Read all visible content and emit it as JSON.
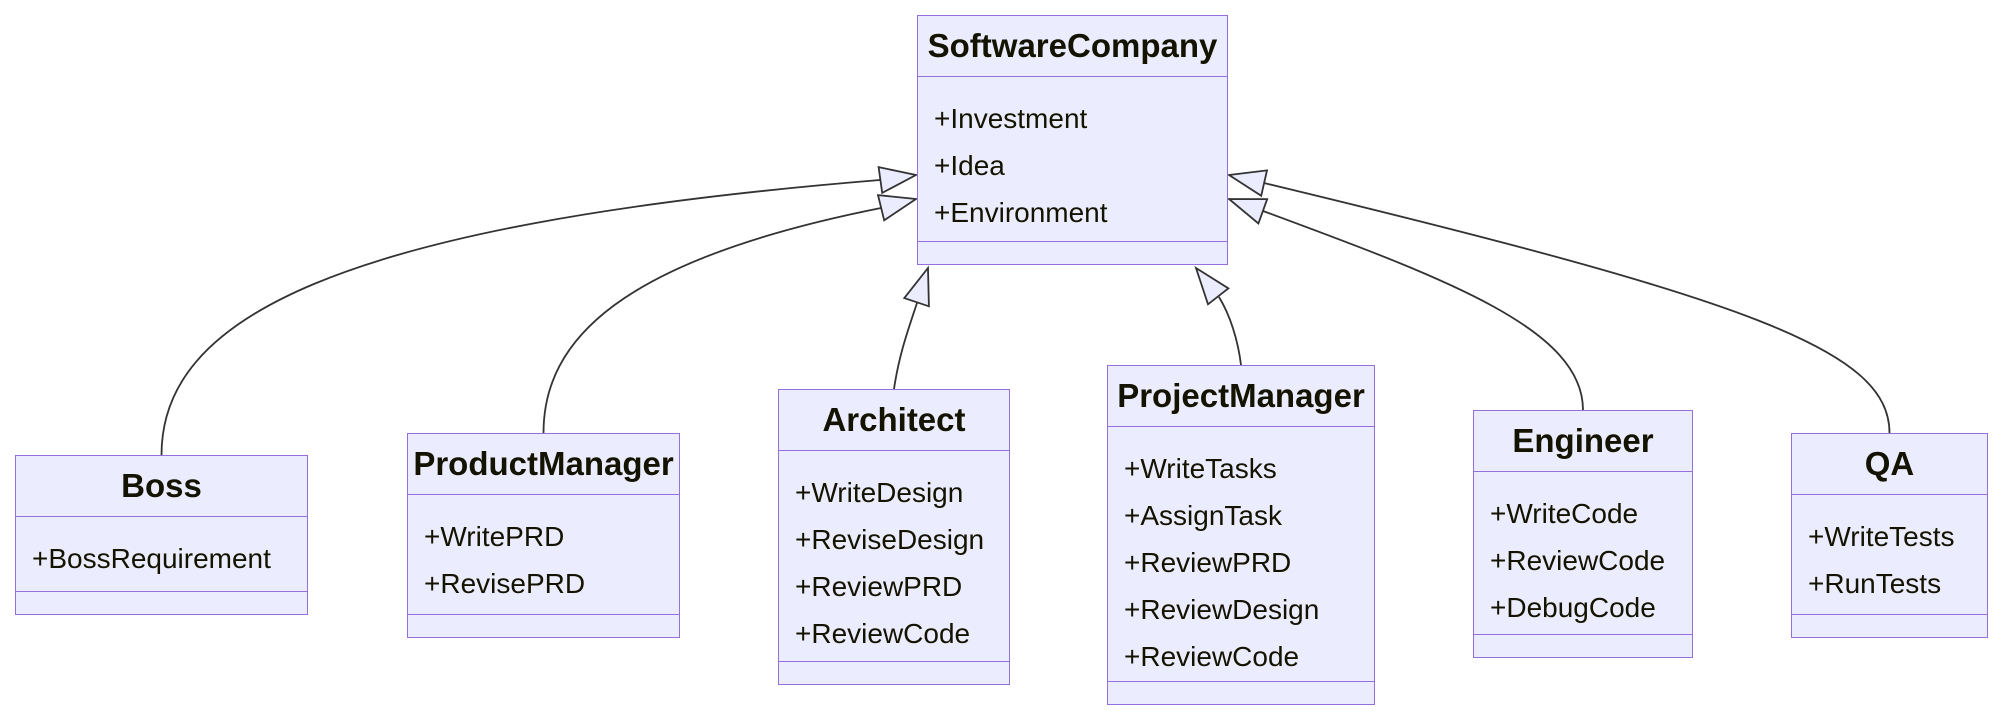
{
  "diagram": {
    "kind": "uml-class-diagram",
    "colors": {
      "box_fill": "#ECECFF",
      "box_border": "#9370DB",
      "edge_line": "#333333",
      "text": "#131300",
      "background": "#FFFFFF"
    }
  },
  "classes": [
    {
      "name": "SoftwareCompany",
      "attributes": [
        "+Investment",
        "+Idea",
        "+Environment"
      ],
      "methods": []
    },
    {
      "name": "Boss",
      "attributes": [
        "+BossRequirement"
      ],
      "methods": []
    },
    {
      "name": "ProductManager",
      "attributes": [
        "+WritePRD",
        "+RevisePRD"
      ],
      "methods": []
    },
    {
      "name": "Architect",
      "attributes": [
        "+WriteDesign",
        "+ReviseDesign",
        "+ReviewPRD",
        "+ReviewCode"
      ],
      "methods": []
    },
    {
      "name": "ProjectManager",
      "attributes": [
        "+WriteTasks",
        "+AssignTask",
        "+ReviewPRD",
        "+ReviewDesign",
        "+ReviewCode"
      ],
      "methods": []
    },
    {
      "name": "Engineer",
      "attributes": [
        "+WriteCode",
        "+ReviewCode",
        "+DebugCode"
      ],
      "methods": []
    },
    {
      "name": "QA",
      "attributes": [
        "+WriteTests",
        "+RunTests"
      ],
      "methods": []
    }
  ],
  "relationships": [
    {
      "from": "Boss",
      "to": "SoftwareCompany",
      "type": "inheritance",
      "arrowhead": "hollow-triangle"
    },
    {
      "from": "ProductManager",
      "to": "SoftwareCompany",
      "type": "inheritance",
      "arrowhead": "hollow-triangle"
    },
    {
      "from": "Architect",
      "to": "SoftwareCompany",
      "type": "inheritance",
      "arrowhead": "hollow-triangle"
    },
    {
      "from": "ProjectManager",
      "to": "SoftwareCompany",
      "type": "inheritance",
      "arrowhead": "hollow-triangle"
    },
    {
      "from": "Engineer",
      "to": "SoftwareCompany",
      "type": "inheritance",
      "arrowhead": "hollow-triangle"
    },
    {
      "from": "QA",
      "to": "SoftwareCompany",
      "type": "inheritance",
      "arrowhead": "hollow-triangle"
    }
  ]
}
